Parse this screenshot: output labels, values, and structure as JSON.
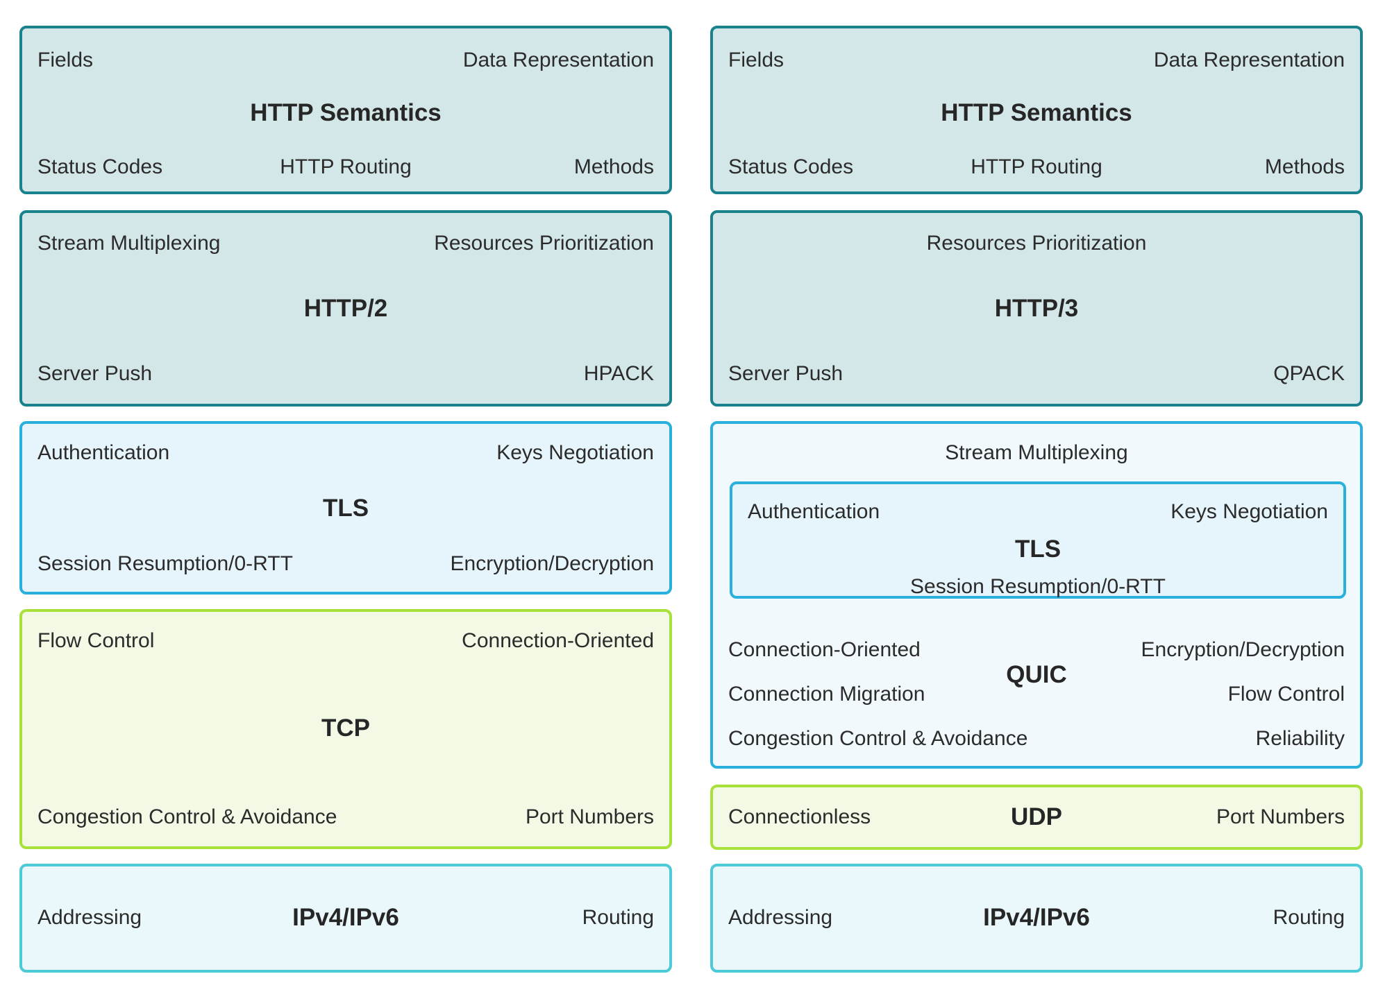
{
  "left": {
    "http_semantics": {
      "title": "HTTP Semantics",
      "fields": "Fields",
      "data_representation": "Data Representation",
      "status_codes": "Status Codes",
      "http_routing": "HTTP Routing",
      "methods": "Methods"
    },
    "http2": {
      "title": "HTTP/2",
      "stream_multiplexing": "Stream Multiplexing",
      "resources_prioritization": "Resources Prioritization",
      "server_push": "Server Push",
      "hpack": "HPACK"
    },
    "tls": {
      "title": "TLS",
      "authentication": "Authentication",
      "keys_negotiation": "Keys Negotiation",
      "session_resumption": "Session Resumption/0-RTT",
      "encryption": "Encryption/Decryption"
    },
    "tcp": {
      "title": "TCP",
      "flow_control": "Flow Control",
      "connection_oriented": "Connection-Oriented",
      "congestion_control": "Congestion Control & Avoidance",
      "port_numbers": "Port Numbers"
    },
    "ip": {
      "title": "IPv4/IPv6",
      "addressing": "Addressing",
      "routing": "Routing"
    }
  },
  "right": {
    "http_semantics": {
      "title": "HTTP Semantics",
      "fields": "Fields",
      "data_representation": "Data Representation",
      "status_codes": "Status Codes",
      "http_routing": "HTTP Routing",
      "methods": "Methods"
    },
    "http3": {
      "title": "HTTP/3",
      "resources_prioritization": "Resources Prioritization",
      "server_push": "Server Push",
      "qpack": "QPACK"
    },
    "quic": {
      "title": "QUIC",
      "stream_multiplexing": "Stream Multiplexing",
      "connection_oriented": "Connection-Oriented",
      "connection_migration": "Connection Migration",
      "congestion_control": "Congestion Control & Avoidance",
      "encryption": "Encryption/Decryption",
      "flow_control": "Flow Control",
      "reliability": "Reliability",
      "tls": {
        "title": "TLS",
        "authentication": "Authentication",
        "keys_negotiation": "Keys Negotiation",
        "session_resumption": "Session Resumption/0-RTT"
      }
    },
    "udp": {
      "title": "UDP",
      "connectionless": "Connectionless",
      "port_numbers": "Port Numbers"
    },
    "ip": {
      "title": "IPv4/IPv6",
      "addressing": "Addressing",
      "routing": "Routing"
    }
  },
  "colors": {
    "teal_fill": "#d4e7e8",
    "teal_border": "#19828d",
    "blue_fill": "#e6f5fb",
    "blue_border": "#29b0dc",
    "lime_fill": "#f2f9e5",
    "lime_border": "#a8e13a",
    "cyan_fill": "#eaf8fb",
    "cyan_border": "#4ccad8"
  }
}
